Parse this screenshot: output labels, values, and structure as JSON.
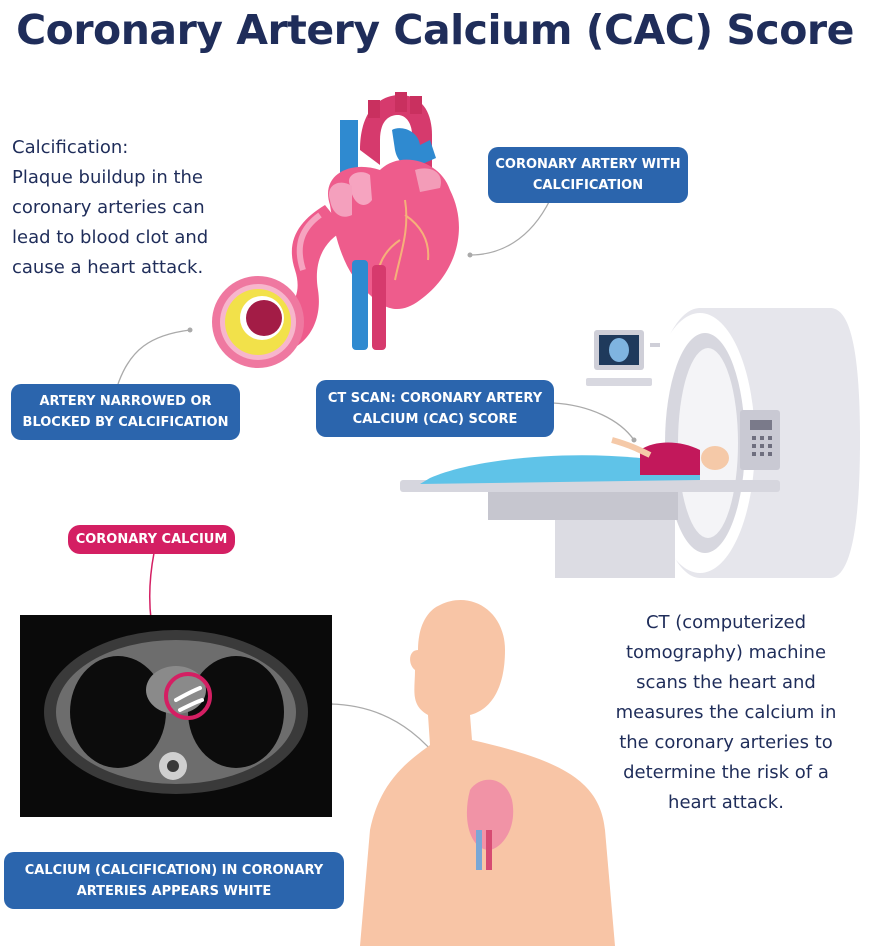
{
  "title": "Coronary Artery Calcium (CAC) Score",
  "calcification_text": {
    "lines": [
      "Calcification:",
      "Plaque buildup in the",
      "coronary arteries can",
      "lead to blood clot and",
      "cause a heart attack."
    ]
  },
  "labels": {
    "coronary_artery": [
      "CORONARY ARTERY WITH",
      "CALCIFICATION"
    ],
    "artery_narrowed": [
      "ARTERY NARROWED OR",
      "BLOCKED BY CALCIFICATION"
    ],
    "ct_scan": [
      "CT SCAN: CORONARY ARTERY",
      "CALCIUM (CAC) SCORE"
    ],
    "coronary_calcium": "CORONARY CALCIUM",
    "calcium_white": [
      "CALCIUM (CALCIFICATION) IN CORONARY",
      "ARTERIES APPEARS WHITE"
    ]
  },
  "ct_description": {
    "lines": [
      "CT (computerized",
      "tomography) machine",
      "scans the heart and",
      "measures the calcium in",
      "the coronary arteries to",
      "determine the risk of a",
      "heart attack."
    ]
  },
  "colors": {
    "navy": "#1f2d5a",
    "label_blue": "#2b65ad",
    "label_pink": "#d41f63",
    "heart_pink": "#ee5c8c",
    "vessel_blue": "#2f8ad0",
    "skin": "#f8c5a6"
  },
  "icons": [
    "heart-illustration",
    "artery-cross-section",
    "ct-scanner",
    "ct-slice-image",
    "human-torso"
  ]
}
